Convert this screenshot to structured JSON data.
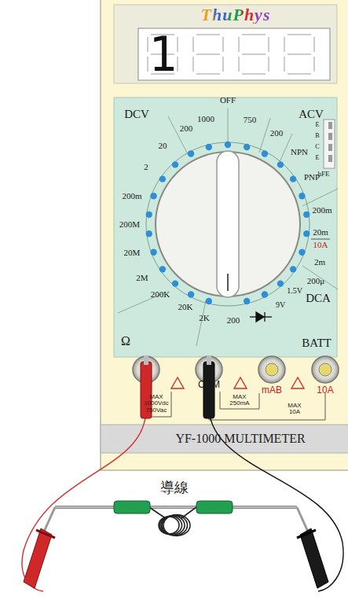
{
  "diagram": {
    "nodes": [
      {
        "text": [
          "YF-1000 MULTIMETER"
        ]
      }
    ],
    "labels": [
      "ThuPhys",
      "1",
      "DCV",
      "ACV",
      "OFF",
      "1000",
      "750",
      "200",
      "200",
      "20",
      "NPN",
      "2",
      "PNP",
      "200m",
      "200m",
      "200M",
      "20m",
      "10A",
      "20M",
      "2m",
      "2M",
      "200μ",
      "200K",
      "DCA",
      "20K",
      "1.5V",
      "2K",
      "200",
      "9V",
      "Ω",
      "BATT",
      "E",
      "B",
      "C",
      "E",
      "hFE",
      "COM",
      "mAB",
      "10A",
      "MAX 1000Vdc 750Vac",
      "MAX 250mA",
      "MAX 10A",
      "導線"
    ]
  }
}
